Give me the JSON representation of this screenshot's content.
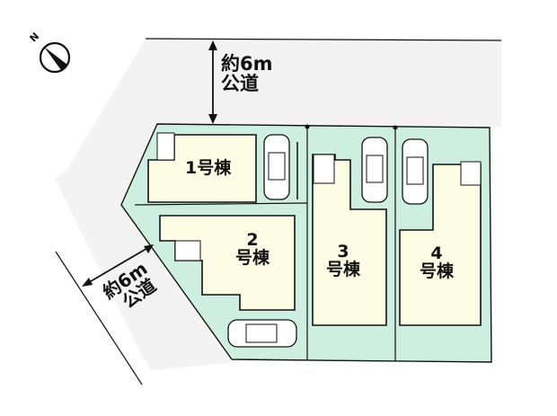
{
  "compass": {
    "label": "N",
    "icon": "north-arrow-compass-icon"
  },
  "roads": [
    {
      "id": "north-road",
      "width_label": "約6m",
      "type_label": "公道"
    },
    {
      "id": "west-road",
      "width_label": "約6m",
      "type_label": "公道"
    }
  ],
  "lots": [
    {
      "id": "lot-1",
      "number": "1",
      "suffix": "号棟",
      "full_label": "1号棟"
    },
    {
      "id": "lot-2",
      "number": "2",
      "suffix": "号棟"
    },
    {
      "id": "lot-3",
      "number": "3",
      "suffix": "号棟"
    },
    {
      "id": "lot-4",
      "number": "4",
      "suffix": "号棟"
    }
  ],
  "colors": {
    "road": "#f3f3f3",
    "lot_ground": "#cfeee2",
    "building": "#fdfde6",
    "line": "#111111"
  }
}
